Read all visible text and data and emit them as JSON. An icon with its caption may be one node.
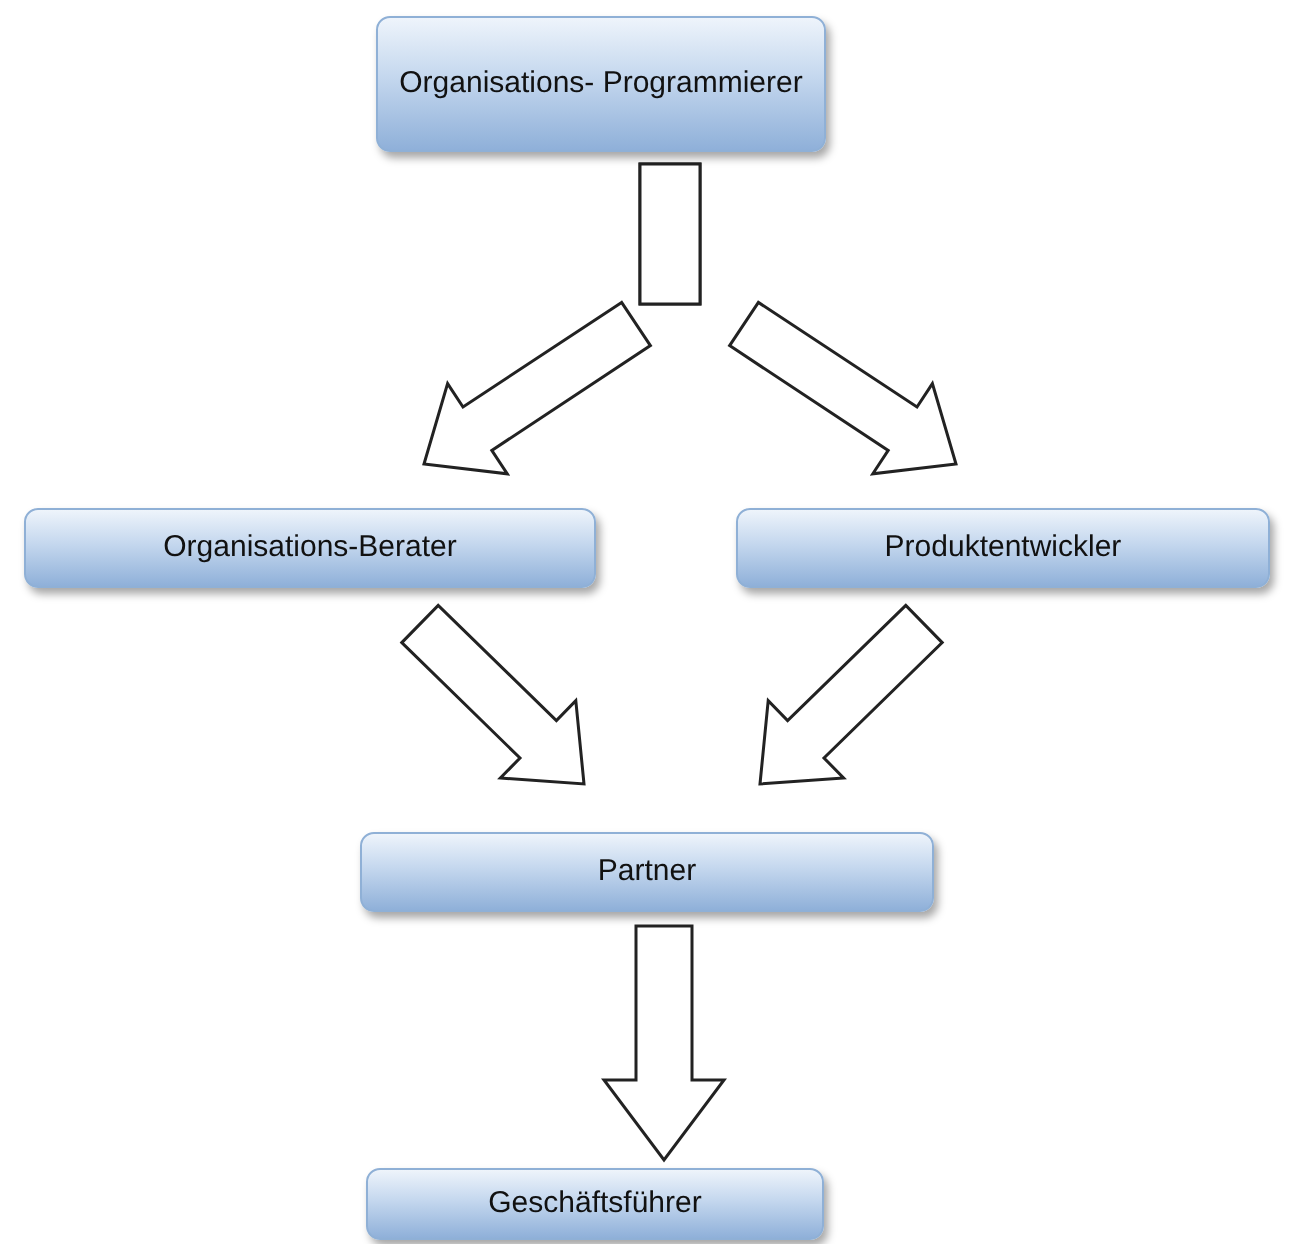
{
  "diagram": {
    "nodes": [
      {
        "text": [
          "Organisations- Programmierer"
        ]
      },
      {
        "text": [
          "Organisations-Berater"
        ]
      },
      {
        "text": [
          "Produktentwickler"
        ]
      },
      {
        "text": [
          "Partner"
        ]
      },
      {
        "text": [
          "Geschäftsführer"
        ]
      }
    ],
    "edges": [
      {
        "from": 0,
        "to": 1,
        "arrow": "to"
      },
      {
        "from": 0,
        "to": 2,
        "arrow": "to"
      },
      {
        "from": 1,
        "to": 3,
        "arrow": "to"
      },
      {
        "from": 2,
        "to": 3,
        "arrow": "to"
      },
      {
        "from": 3,
        "to": 4,
        "arrow": "to"
      }
    ]
  }
}
